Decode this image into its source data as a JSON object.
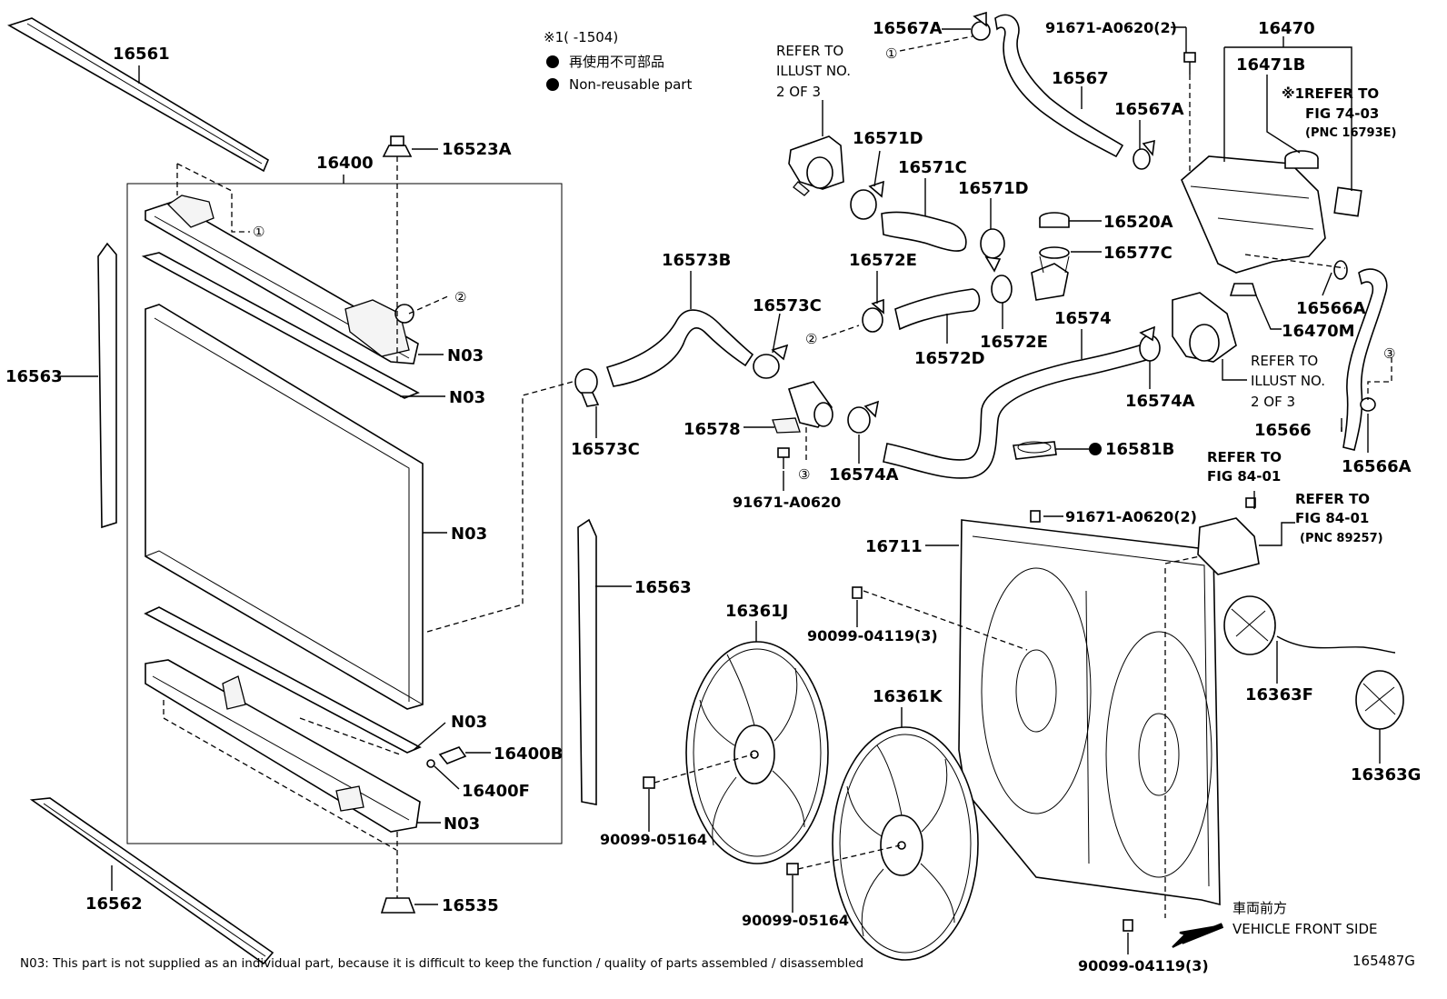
{
  "parts": {
    "p16561": "16561",
    "p16563_left": "16563",
    "p16563_right": "16563",
    "p16562": "16562",
    "p16400": "16400",
    "p16523A": "16523A",
    "p16535": "16535",
    "p16400B": "16400B",
    "p16400F": "16400F",
    "n03_1": "N03",
    "n03_2": "N03",
    "n03_3": "N03",
    "n03_4": "N03",
    "n03_5": "N03",
    "p16573B": "16573B",
    "p16573C_top": "16573C",
    "p16573C_bottom": "16573C",
    "p16578": "16578",
    "p91671_a0620": "91671-A0620",
    "p16574A_mid": "16574A",
    "p16574": "16574",
    "p16574A_right": "16574A",
    "p16581B": "16581B",
    "p16571D_left": "16571D",
    "p16571C": "16571C",
    "p16571D_right": "16571D",
    "p16572E_top": "16572E",
    "p16572D": "16572D",
    "p16572E_bottom": "16572E",
    "p16520A": "16520A",
    "p16577C": "16577C",
    "p16567A_top": "16567A",
    "p16567": "16567",
    "p16567A_mid": "16567A",
    "p91671_a0620_2_top": "91671-A0620(2)",
    "p16470": "16470",
    "p16471B": "16471B",
    "p16566A_top": "16566A",
    "p16470M": "16470M",
    "p16566": "16566",
    "p16566A_bottom": "16566A",
    "p16711": "16711",
    "p91671_a0620_2_fan": "91671-A0620(2)",
    "p16361J": "16361J",
    "p16361K": "16361K",
    "p90099_04119_3_top": "90099-04119(3)",
    "p90099_05164_left": "90099-05164",
    "p90099_05164_bottom": "90099-05164",
    "p90099_04119_3_bottom": "90099-04119(3)",
    "p16363F": "16363F",
    "p16363G": "16363G"
  },
  "callouts": {
    "c1": "①",
    "c2": "②",
    "c3": "③"
  },
  "notes": {
    "range_note": "※1(      -1504)",
    "nonreusable_jp": "再使用不可部品",
    "nonreusable_en": "Non-reusable part",
    "refer_illust_top_1": "REFER TO",
    "refer_illust_top_2": "ILLUST NO.",
    "refer_illust_top_3": "2 OF 3",
    "refer_illust_right_1": "REFER TO",
    "refer_illust_right_2": "ILLUST NO.",
    "refer_illust_right_3": "2 OF 3",
    "refer_7403_1": "※1REFER TO",
    "refer_7403_2": "FIG 74-03",
    "refer_7403_3": "(PNC 16793E)",
    "refer_8401a_1": "REFER TO",
    "refer_8401a_2": "FIG 84-01",
    "refer_8401b_1": "REFER TO",
    "refer_8401b_2": "FIG 84-01",
    "refer_8401b_3": "(PNC 89257)",
    "front_jp": "車両前方",
    "front_en": "VEHICLE FRONT SIDE",
    "footnote": "N03: This part is not supplied as an individual part, because it is difficult to keep the function / quality of parts assembled / disassembled",
    "diagram_id": "165487G"
  }
}
